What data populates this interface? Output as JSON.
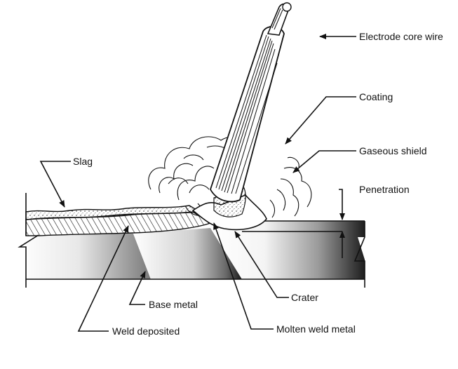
{
  "title": "Shielded metal arc welding process",
  "labels": {
    "electrode_core_wire": "Electrode core wire",
    "coating": "Coating",
    "gaseous_shield": "Gaseous shield",
    "penetration": "Penetration",
    "slag": "Slag",
    "crater": "Crater",
    "base_metal": "Base metal",
    "weld_deposited": "Weld deposited",
    "molten_weld_metal": "Molten weld metal"
  },
  "colors": {
    "ink": "#111111",
    "plate_light": "#ffffff",
    "plate_dark": "#2a2a2a"
  }
}
